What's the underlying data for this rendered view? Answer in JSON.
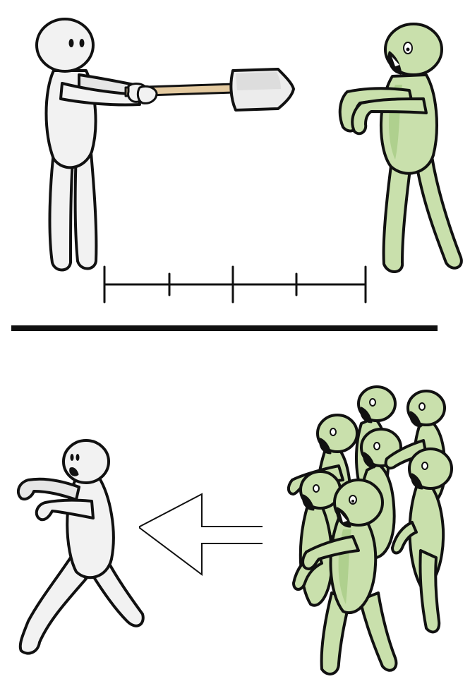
{
  "colors": {
    "background": "#ffffff",
    "ink": "#111111",
    "human_fill": "#f2f2f2",
    "human_shade": "#d9d9d9",
    "zombie_fill": "#c9e0ac",
    "zombie_shade": "#9fc47a",
    "shovel_handle": "#e4caa0",
    "shovel_blade": "#ececec"
  },
  "panels": [
    {
      "name": "top-panel",
      "content": "person-holding-shovel-at-arms-length-from-zombie"
    },
    {
      "name": "bottom-panel",
      "content": "person-fleeing-from-horde-of-zombies"
    }
  ],
  "icons": [
    "shovel-icon",
    "measuring-scale-icon",
    "left-arrow-icon",
    "divider-line"
  ]
}
